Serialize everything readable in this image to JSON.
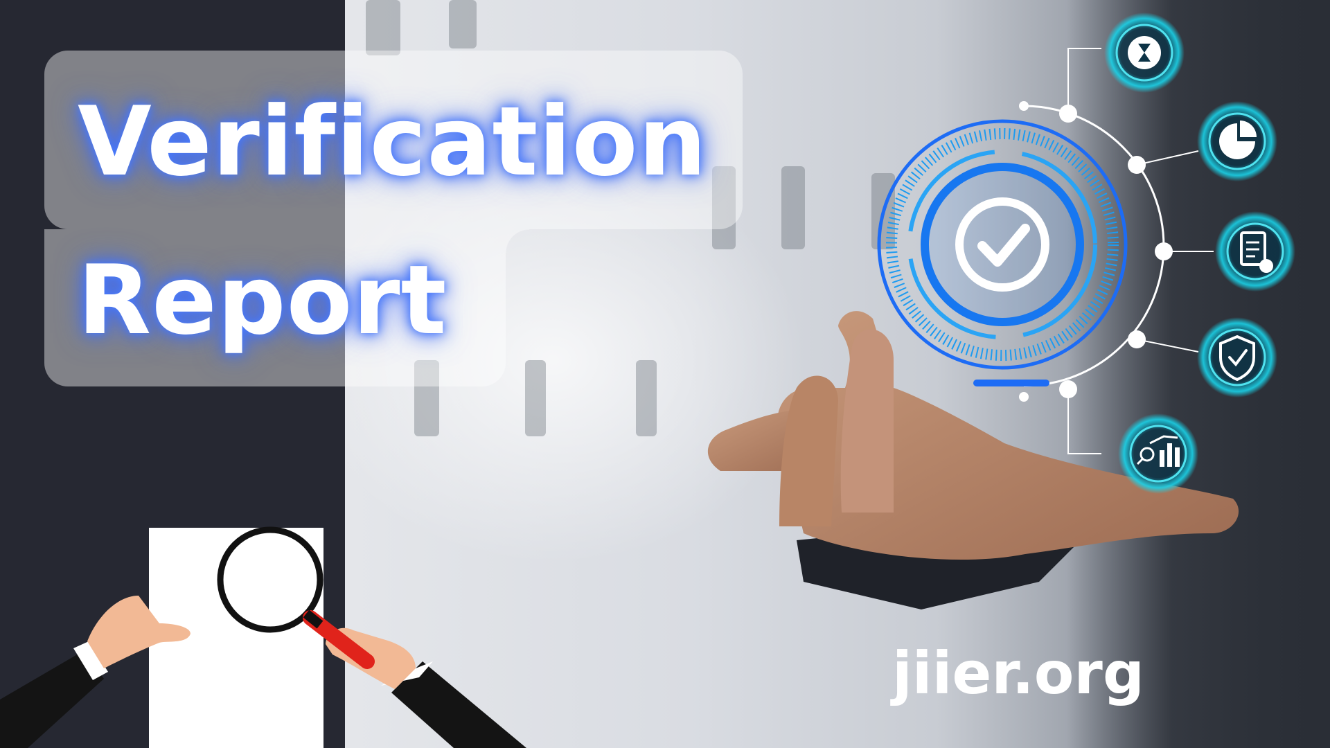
{
  "headline": {
    "line1": "Verification",
    "line2": "Report"
  },
  "brand": {
    "text": "jiier.org"
  },
  "icons": [
    "gear-hourglass-icon",
    "pie-chart-icon",
    "document-check-icon",
    "shield-check-icon",
    "chart-search-icon",
    "checkmark-circle-icon",
    "magnifying-glass-icon"
  ],
  "colors": {
    "glow": "#3f6df0",
    "accent": "#1d9bf0",
    "dark_panel": "#262832",
    "lens_handle": "#e0231b"
  }
}
